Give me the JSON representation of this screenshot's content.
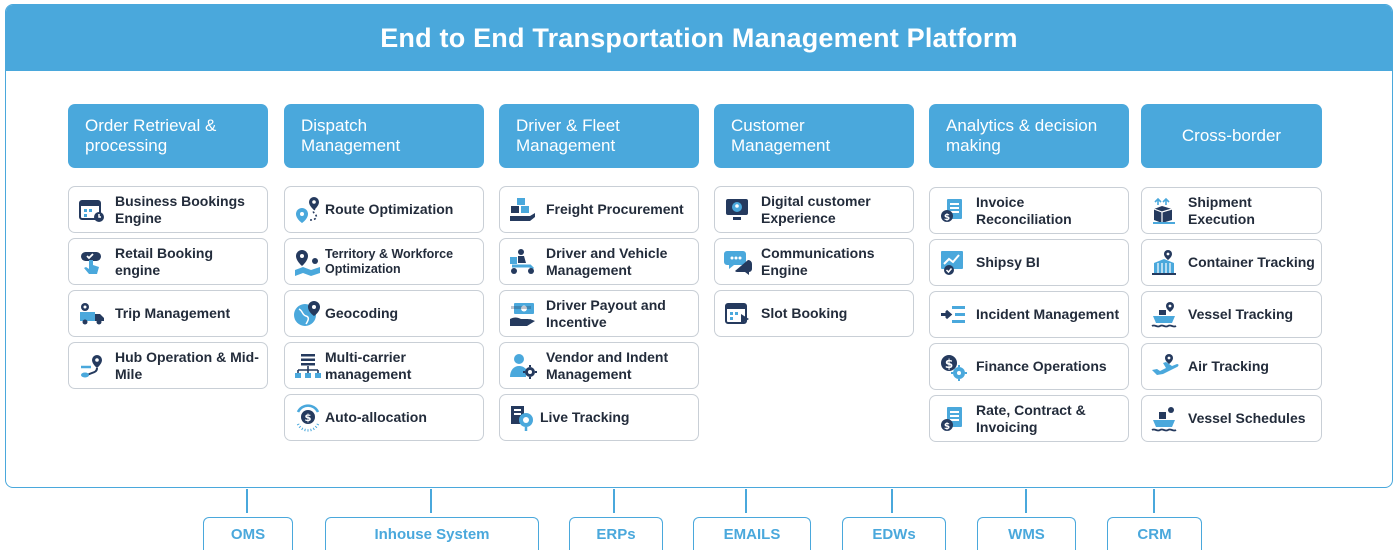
{
  "title": "End to End Transportation Management Platform",
  "colors": {
    "primary": "#4aa8dc",
    "dark": "#253a5e",
    "text": "#232c3b",
    "border": "#c9cfd6"
  },
  "columns": [
    {
      "heading": "Order Retrieval & processing",
      "items": [
        {
          "label": "Business Bookings Engine",
          "icon": "calendar-icon"
        },
        {
          "label": "Retail Booking engine",
          "icon": "hand-tap-icon"
        },
        {
          "label": "Trip Management",
          "icon": "truck-icon"
        },
        {
          "label": "Hub Operation & Mid-Mile",
          "icon": "route-pin-icon"
        }
      ]
    },
    {
      "heading": "Dispatch Management",
      "items": [
        {
          "label": "Route Optimization",
          "icon": "route-icon"
        },
        {
          "label": "Territory & Workforce Optimization",
          "icon": "territory-icon"
        },
        {
          "label": "Geocoding",
          "icon": "globe-pin-icon"
        },
        {
          "label": "Multi-carrier management",
          "icon": "hierarchy-icon"
        },
        {
          "label": "Auto-allocation",
          "icon": "coin-cursor-icon"
        }
      ]
    },
    {
      "heading": "Driver & Fleet Management",
      "items": [
        {
          "label": "Freight Procurement",
          "icon": "freight-icon"
        },
        {
          "label": "Driver and Vehicle Management",
          "icon": "scooter-icon"
        },
        {
          "label": "Driver Payout and Incentive",
          "icon": "payout-icon"
        },
        {
          "label": "Vendor and Indent Management",
          "icon": "vendor-gear-icon"
        },
        {
          "label": "Live Tracking",
          "icon": "live-tracking-icon"
        }
      ]
    },
    {
      "heading": "Customer Management",
      "items": [
        {
          "label": "Digital customer Experience",
          "icon": "monitor-icon"
        },
        {
          "label": "Communications Engine",
          "icon": "chat-icon"
        },
        {
          "label": "Slot Booking",
          "icon": "slot-calendar-icon"
        }
      ]
    },
    {
      "heading": "Analytics & decision making",
      "items": [
        {
          "label": "Invoice Reconciliation",
          "icon": "invoice-icon"
        },
        {
          "label": "Shipsy BI",
          "icon": "bi-chart-icon"
        },
        {
          "label": "Incident Management",
          "icon": "list-arrow-icon"
        },
        {
          "label": "Finance Operations",
          "icon": "finance-gear-icon"
        },
        {
          "label": "Rate, Contract & Invoicing",
          "icon": "contract-icon"
        }
      ]
    },
    {
      "heading": "Cross-border",
      "items": [
        {
          "label": "Shipment Execution",
          "icon": "shipment-box-icon"
        },
        {
          "label": "Container Tracking",
          "icon": "container-icon"
        },
        {
          "label": "Vessel Tracking",
          "icon": "vessel-icon"
        },
        {
          "label": "Air Tracking",
          "icon": "airplane-icon"
        },
        {
          "label": "Vessel Schedules",
          "icon": "vessel-schedule-icon"
        }
      ]
    }
  ],
  "systems": [
    "OMS",
    "Inhouse System",
    "ERPs",
    "EMAILS",
    "EDWs",
    "WMS",
    "CRM"
  ]
}
